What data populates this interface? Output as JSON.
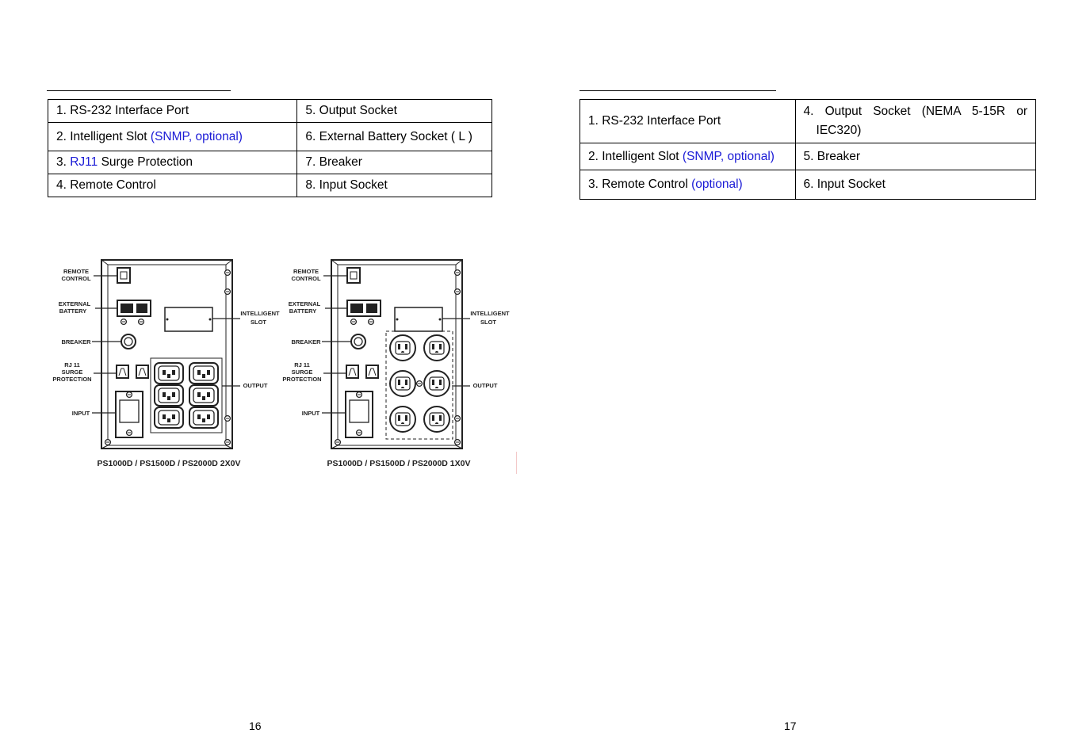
{
  "left_page": {
    "table": [
      [
        {
          "pre": "1. RS-232 Interface Port",
          "hl": "",
          "post": ""
        },
        {
          "pre": "5. Output Socket",
          "hl": "",
          "post": ""
        }
      ],
      [
        {
          "pre": "2. Intelligent Slot ",
          "hl": "(SNMP, optional)",
          "post": ""
        },
        {
          "pre": "6. External Battery Socket ( L )",
          "hl": "",
          "post": ""
        }
      ],
      [
        {
          "pre": "3. ",
          "hl": "RJ11",
          "post": " Surge Protection"
        },
        {
          "pre": "7. Breaker",
          "hl": "",
          "post": ""
        }
      ],
      [
        {
          "pre": "4. Remote Control",
          "hl": "",
          "post": ""
        },
        {
          "pre": "8. Input Socket",
          "hl": "",
          "post": ""
        }
      ]
    ],
    "figure": {
      "unit_a": {
        "caption": "PS1000D / PS1500D / PS2000D 2X0V",
        "labels": {
          "remote": [
            "REMOTE",
            "CONTROL"
          ],
          "battery": [
            "EXTERNAL",
            "BATTERY"
          ],
          "breaker": "BREAKER",
          "rj11": [
            "RJ 11",
            "SURGE",
            "PROTECTION"
          ],
          "input": "INPUT",
          "slot": [
            "INTELLIGENT",
            "SLOT"
          ],
          "output": "OUTPUT"
        }
      },
      "unit_b": {
        "caption": "PS1000D / PS1500D / PS2000D 1X0V",
        "labels": {
          "remote": [
            "REMOTE",
            "CONTROL"
          ],
          "battery": [
            "EXTERNAL",
            "BATTERY"
          ],
          "breaker": "BREAKER",
          "rj11": [
            "RJ 11",
            "SURGE",
            "PROTECTION"
          ],
          "input": "INPUT",
          "slot": [
            "INTELLIGENT",
            "SLOT"
          ],
          "output": "OUTPUT"
        }
      }
    },
    "page_number": "16"
  },
  "right_page": {
    "table": {
      "r1c1": "1. RS-232 Interface Port",
      "r1c2_line1": "4. Output Socket (NEMA 5-15R or",
      "r1c2_line2": "IEC320)",
      "r2c1_pre": "2. Intelligent Slot ",
      "r2c1_hl": "(SNMP, optional)",
      "r2c2": "5. Breaker",
      "r3c1_pre": "3. Remote Control ",
      "r3c1_hl": "(optional)",
      "r3c2": "6. Input Socket"
    },
    "page_number": "17"
  }
}
